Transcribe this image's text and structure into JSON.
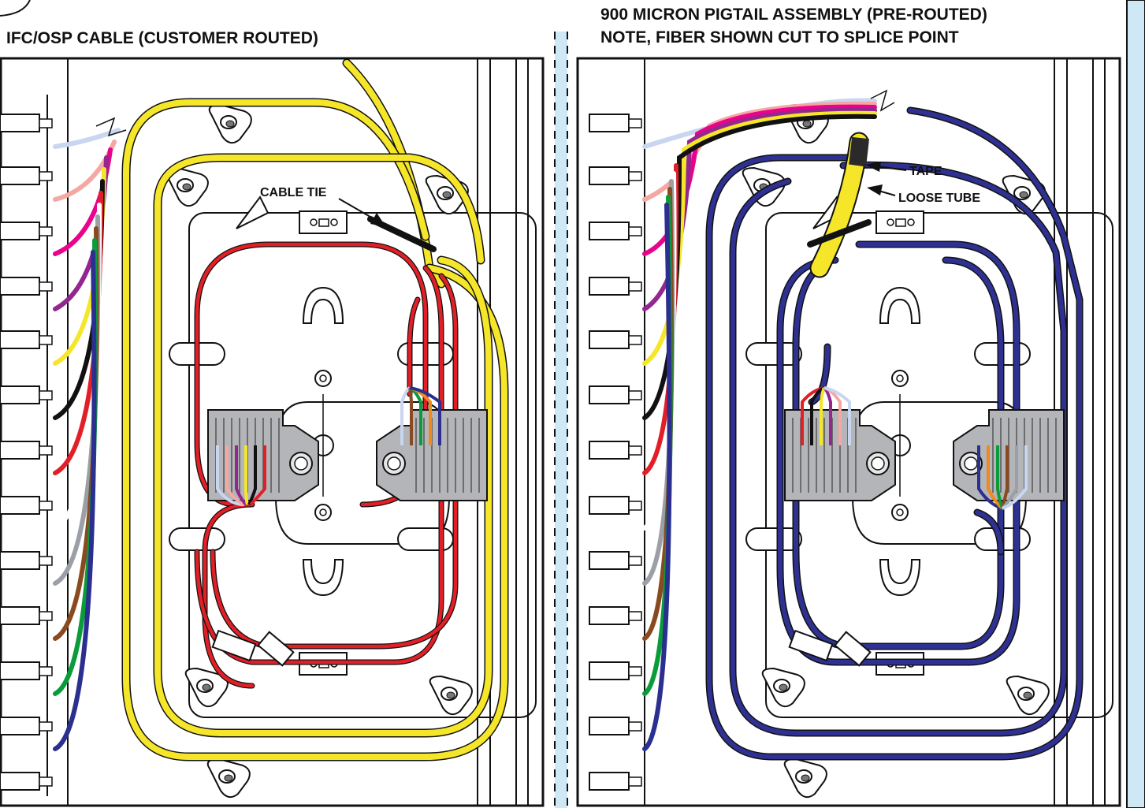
{
  "panels": {
    "left": {
      "title": "IFC/OSP CABLE (CUSTOMER ROUTED)",
      "callouts": {
        "cable_tie": "CABLE TIE"
      }
    },
    "right": {
      "title_line1": "900 MICRON PIGTAIL ASSEMBLY (PRE-ROUTED)",
      "title_line2": "NOTE, FIBER SHOWN CUT TO SPLICE POINT",
      "callouts": {
        "tape": "TAPE",
        "loose_tube": "LOOSE TUBE"
      }
    }
  },
  "colors": {
    "fiber_blue": "#2b2f8f",
    "fiber_orange": "#f08a1c",
    "fiber_green": "#0a9b3a",
    "fiber_brown": "#8a4a1f",
    "fiber_slate": "#9aa0a6",
    "fiber_white": "#ffffff",
    "fiber_red": "#e21f26",
    "fiber_black": "#111111",
    "fiber_yellow": "#f5e62a",
    "fiber_violet": "#93278f",
    "fiber_rose": "#e9028c",
    "fiber_aqua": "#f4a7a3",
    "loose_tube_yellow": "#f5e62a",
    "pigtail_blue": "#2e3192",
    "splice_block_gray": "#b3b5b8",
    "divider_blue": "#cfe8f5"
  }
}
